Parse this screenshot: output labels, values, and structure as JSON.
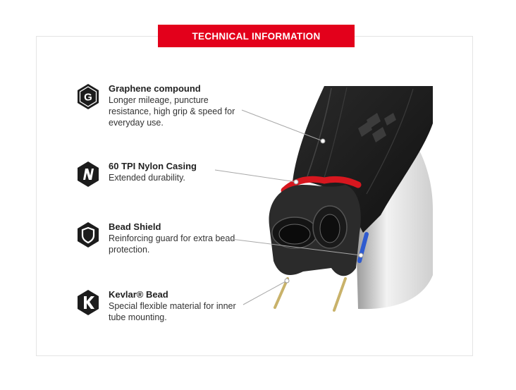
{
  "banner": {
    "label": "TECHNICAL INFORMATION",
    "color": "#e3001b"
  },
  "features": [
    {
      "title": "Graphene compound",
      "desc": "Longer mileage, puncture resistance, high grip & speed for everyday use.",
      "icon": "graphene-g-icon"
    },
    {
      "title": "60 TPI Nylon Casing",
      "desc": "Extended durability.",
      "icon": "nylon-n-icon"
    },
    {
      "title": "Bead Shield",
      "desc": "Reinforcing guard for extra bead protection.",
      "icon": "shield-icon"
    },
    {
      "title": "Kevlar® Bead",
      "desc": "Special flexible material for inner tube mounting.",
      "icon": "kevlar-k-icon"
    }
  ],
  "colors": {
    "icon": "#1c1c1c",
    "tread": "#1e1e1e",
    "casing": "#d7171f",
    "bead_shield": "#2f5bd0",
    "kevlar": "#c9b26a"
  }
}
